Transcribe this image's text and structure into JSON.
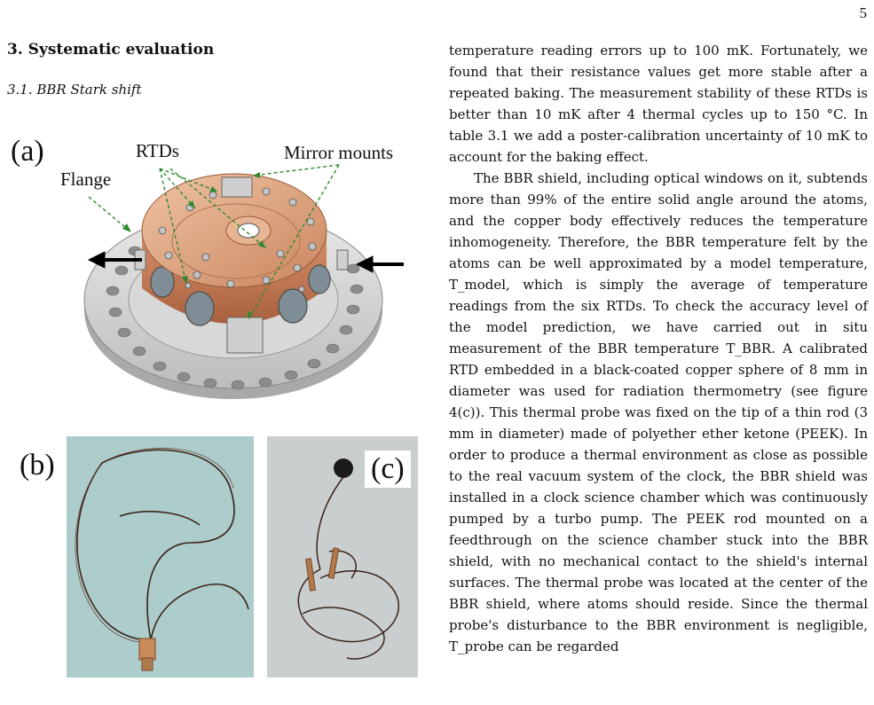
{
  "page": {
    "number": "5",
    "section_heading": "3. Systematic evaluation",
    "subsection_heading": "3.1. BBR Stark shift"
  },
  "figure": {
    "panel_a_label": "(a)",
    "panel_b_label": "(b)",
    "panel_c_label": "(c)",
    "callout_flange": "Flange",
    "callout_rtds": "RTDs",
    "callout_mirror_mounts": "Mirror mounts"
  },
  "body": {
    "p1": "temperature reading errors up to 100 mK. Fortunately, we found that their resistance values get more stable after a repeated baking. The measurement stability of these RTDs is better than 10 mK after 4 thermal cycles up to 150 °C. In table 3.1 we add a poster-calibration uncertainty of 10 mK to account for the baking effect.",
    "p2": "The BBR shield, including optical windows on it, subtends more than 99% of the entire solid angle around the atoms, and the copper body effectively reduces the temperature inhomogeneity. Therefore, the BBR temperature felt by the atoms can be well approximated by a model temperature, T_model, which is simply the average of temperature readings from the six RTDs. To check the accuracy level of the model prediction, we have carried out in situ measurement of the BBR temperature T_BBR. A calibrated RTD embedded in a black-coated copper sphere of 8 mm in diameter was used for radiation thermometry (see figure 4(c)). This thermal probe was fixed on the tip of a thin rod (3 mm in diameter) made of polyether ether ketone (PEEK). In order to produce a thermal environment as close as possible to the real vacuum system of the clock, the BBR shield was installed in a clock science chamber which was continuously pumped by a turbo pump. The PEEK rod mounted on a feedthrough on the science chamber stuck into the BBR shield, with no mechanical contact to the shield's internal surfaces. The thermal probe was located at the center of the BBR shield, where atoms should reside. Since the thermal probe's disturbance to the BBR environment is negligible, T_probe can be regarded"
  },
  "colors": {
    "copper": "#d9a07e",
    "flange_steel": "#cfcfcf",
    "photo_background": "#a8c7c7",
    "arrow_green": "#2f8a2f"
  }
}
